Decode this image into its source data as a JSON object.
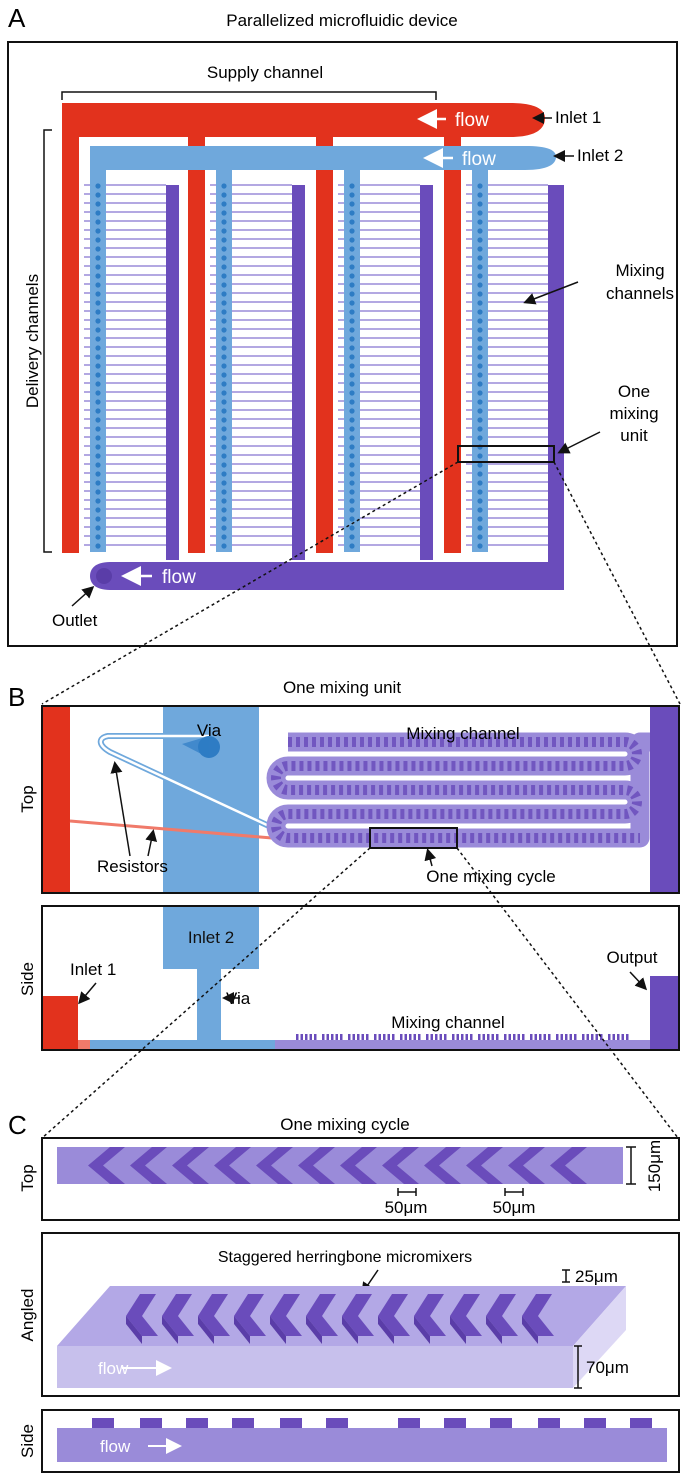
{
  "panels": {
    "a": {
      "letter": "A",
      "title": "Parallelized microfluidic device",
      "supply_label": "Supply channel",
      "delivery_label": "Delivery channels",
      "inlet1": "Inlet 1",
      "inlet2": "Inlet 2",
      "flow": "flow",
      "mixing_label_line1": "Mixing",
      "mixing_label_line2": "channels",
      "unit_label_line1": "One",
      "unit_label_line2": "mixing",
      "unit_label_line3": "unit",
      "outlet": "Outlet"
    },
    "b": {
      "letter": "B",
      "title": "One mixing unit",
      "top_label": "Top",
      "side_label": "Side",
      "via": "Via",
      "mixing_channel": "Mixing channel",
      "resistors": "Resistors",
      "mixing_cycle": "One mixing cycle",
      "inlet2": "Inlet 2",
      "inlet1": "Inlet 1",
      "output": "Output"
    },
    "c": {
      "letter": "C",
      "title": "One mixing cycle",
      "top_label": "Top",
      "angled_label": "Angled",
      "side_label": "Side",
      "dim_150": "150μm",
      "dim_50": "50μm",
      "herringbone": "Staggered herringbone micromixers",
      "dim_25": "25μm",
      "dim_70": "70μm",
      "flow": "flow"
    }
  },
  "colors": {
    "red": "#e2321d",
    "blue": "#6fa8dc",
    "blue_dark": "#2e7cc4",
    "purple": "#6a4cbb",
    "purple_light": "#9a8bd9",
    "purple_pale": "#c7c0ec"
  }
}
